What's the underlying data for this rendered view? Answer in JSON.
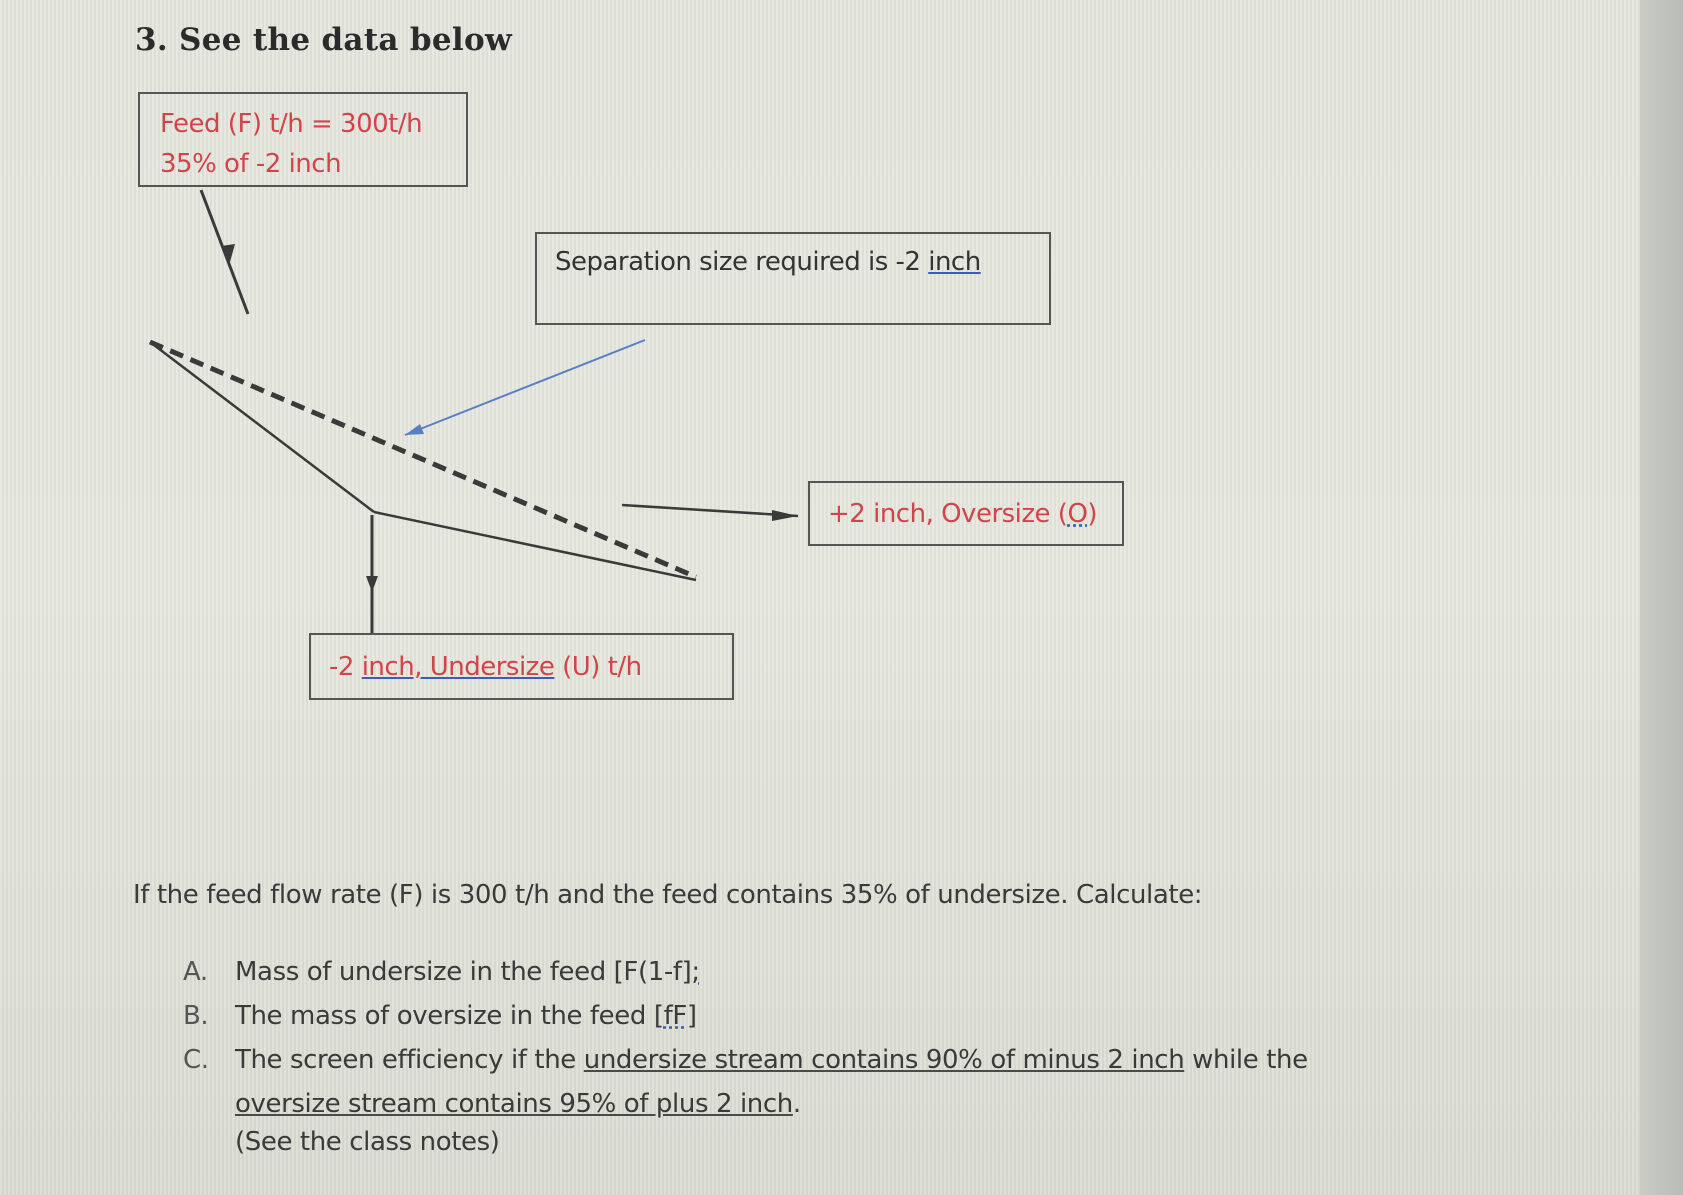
{
  "heading": "3. See the data below",
  "feed_box": {
    "line1": "Feed (F) t/h = 300t/h",
    "line2": "35% of -2 inch"
  },
  "separation_box": {
    "text": "Separation size required is -2 ",
    "underlined": "inch"
  },
  "oversize_box": {
    "text": "+2 inch, Oversize (",
    "underlined": "O)",
    "tail": " "
  },
  "undersize_box": {
    "prefix": "-2 ",
    "underlined": "inch, Undersize",
    "suffix": " (U) t/h"
  },
  "question": {
    "intro": "If the feed flow rate (F) is 300 t/h and the feed contains 35% of undersize. Calculate:",
    "items": [
      {
        "marker": "A.",
        "text": "Mass of undersize in the feed [F(1-f]",
        "tail": ";"
      },
      {
        "marker": "B.",
        "text": "The mass of oversize in the feed [",
        "underlined": "fF",
        "tail": "]"
      },
      {
        "marker": "C.",
        "text_start": "The screen efficiency if the ",
        "underlined_1": "undersize stream contains 90% of minus 2 inch",
        "text_mid": " while the ",
        "underlined_2": "oversize stream contains 95% of plus 2 inch",
        "tail": "."
      }
    ],
    "note": "(See the class notes)"
  },
  "colors": {
    "label_red": "#d0454a",
    "arrow_blue": "#5b7fc4",
    "line_dark": "#3a3a3a"
  }
}
